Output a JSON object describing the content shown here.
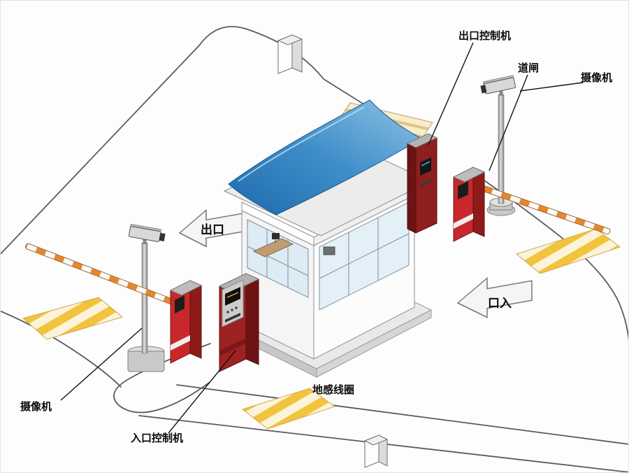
{
  "labels": {
    "exit_machine": "出口控制机",
    "barrier_gate": "道闸",
    "camera_right": "摄像机",
    "camera_left": "摄像机",
    "entrance_machine": "入口控制机",
    "ground_loop": "地感线圈",
    "exit_arrow": "出口",
    "entrance_arrow": "口入"
  },
  "colors": {
    "roof_blue": "#2e7fc0",
    "machine_red": "#c8272b",
    "machine_dark_red": "#8e1f1f",
    "barrier_stripe_orange": "#e8862d",
    "loop_stripe_yellow": "#f2c33d",
    "road_line": "#5b5b5b",
    "camera_gray": "#d8d8d8"
  }
}
